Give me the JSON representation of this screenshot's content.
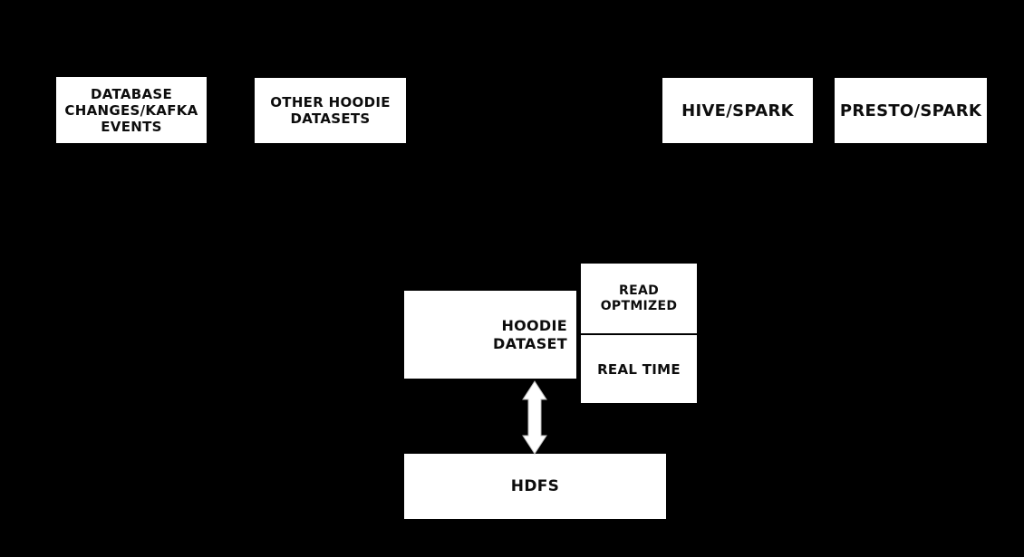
{
  "diagram": {
    "colors": {
      "background": "#000000",
      "node_fill": "#ffffff",
      "node_text": "#0d0d0d",
      "arrow_fill": "#ffffff"
    },
    "nodes": {
      "database_changes": {
        "label": "DATABASE\nCHANGES/KAFKA\nEVENTS"
      },
      "other_hoodie_datasets": {
        "label": "OTHER HOODIE\nDATASETS"
      },
      "hive_spark": {
        "label": "HIVE/SPARK"
      },
      "presto_spark": {
        "label": "PRESTO/SPARK"
      },
      "hoodie_dataset": {
        "label": "HOODIE\nDATASET"
      },
      "read_optimized": {
        "label": "READ\nOPTMIZED"
      },
      "real_time": {
        "label": "REAL TIME"
      },
      "hdfs": {
        "label": "HDFS"
      }
    },
    "icons": {
      "hoodie_hdfs_connector": "double-vertical-arrow"
    }
  }
}
